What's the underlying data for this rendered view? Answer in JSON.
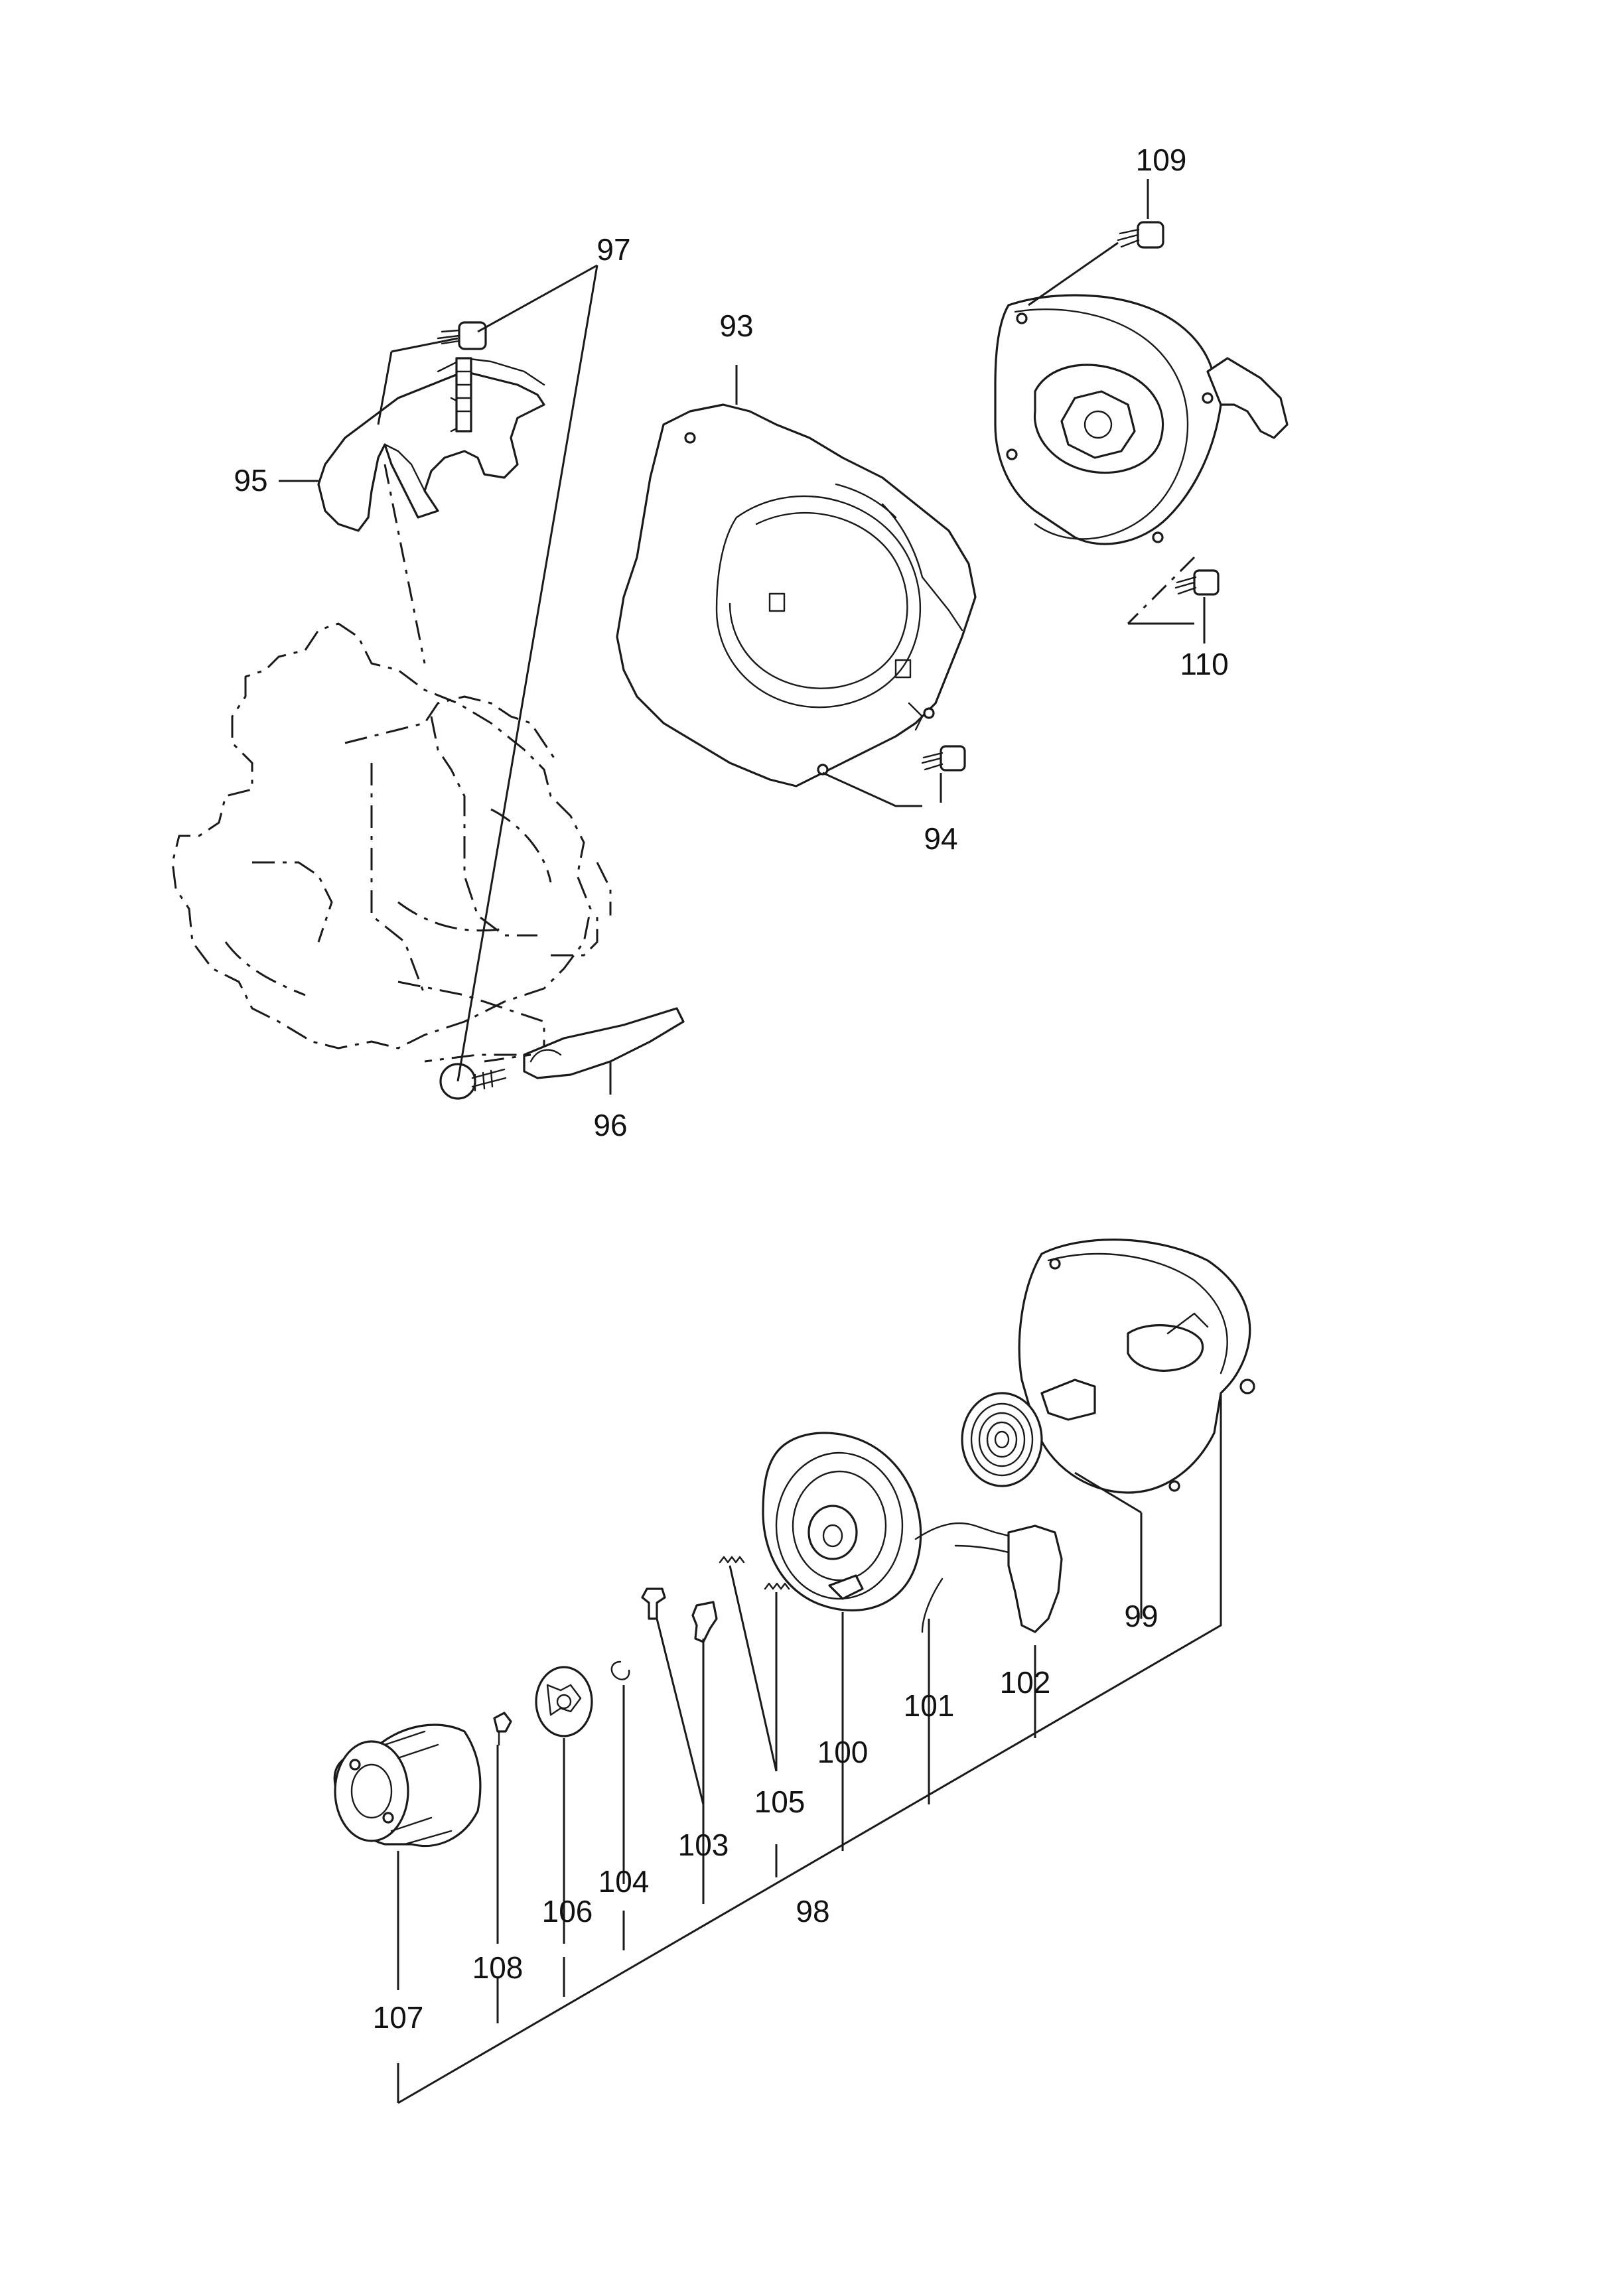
{
  "diagram": {
    "callouts": {
      "c93": "93",
      "c94": "94",
      "c95": "95",
      "c96": "96",
      "c97": "97",
      "c98": "98",
      "c99": "99",
      "c100": "100",
      "c101": "101",
      "c102": "102",
      "c103": "103",
      "c104": "104",
      "c105": "105",
      "c106": "106",
      "c107": "107",
      "c108": "108",
      "c109": "109",
      "c110": "110"
    }
  }
}
